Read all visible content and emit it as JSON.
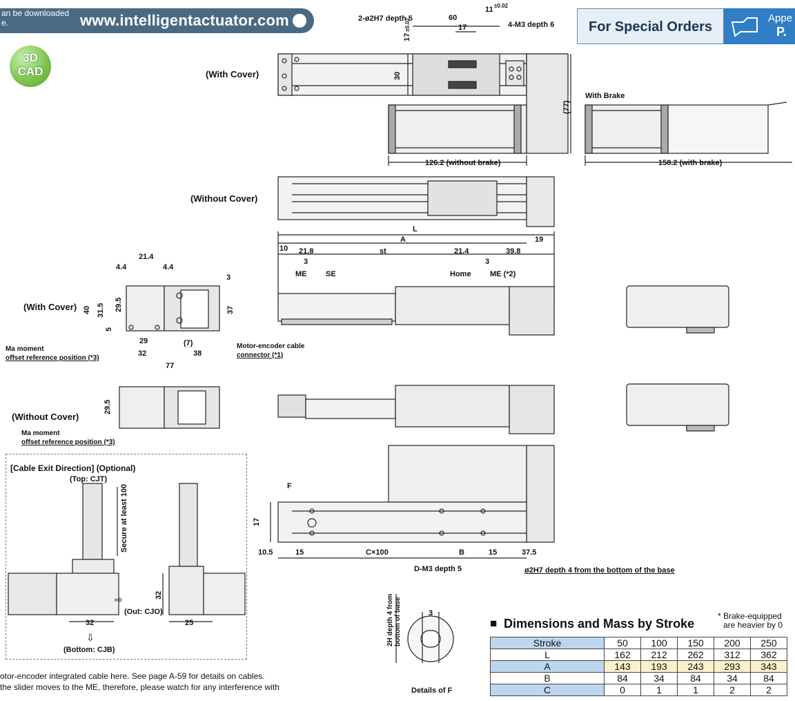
{
  "header": {
    "note": "an be downloaded e.",
    "url": "www.intelligentactuator.com"
  },
  "cad_badge": {
    "line1": "3D",
    "line2": "CAD"
  },
  "special_orders": {
    "label": "For Special Orders",
    "appendix_label": "Appe",
    "appendix_page": "P.",
    "icon": "pointing-hand-icon"
  },
  "views": {
    "with_cover": "(With Cover)",
    "without_cover": "(Without Cover)",
    "with_brake": "With Brake",
    "details_f": "Details of F"
  },
  "top_dims": {
    "pin": "2-ø2H7 depth 5",
    "d60": "60",
    "d11": "11",
    "d11_tol": "±0.02",
    "d17": "17",
    "d17v": "17",
    "d17v_tol": "±0.02",
    "tap": "4-M3 depth 6",
    "d30": "30",
    "d77": "(77)",
    "len_without_brake": "126.2 (without brake)",
    "len_with_brake": "158.2 (with brake)"
  },
  "side_dims": {
    "L": "L",
    "A": "A",
    "d10": "10",
    "d19": "19",
    "d218": "21.8",
    "st": "st",
    "d214": "21.4",
    "d398": "39.8",
    "d3a": "3",
    "d3b": "3",
    "ME": "ME",
    "SE": "SE",
    "Home": "Home",
    "ME2": "ME (*2)"
  },
  "front_dims": {
    "d214": "21.4",
    "d44a": "4.4",
    "d44b": "4.4",
    "d3": "3",
    "d40": "40",
    "d315": "31.5",
    "d295": "29.5",
    "d37": "37",
    "d5": "5",
    "d29": "29",
    "d32": "32",
    "d7": "(7)",
    "d38": "38",
    "d77": "77",
    "ma_label1": "Ma moment",
    "ma_label2": "offset reference position (*3)",
    "motor_label1": "Motor-encoder cable",
    "motor_label2": "connector (*1)",
    "d295b": "29.5"
  },
  "cable_exit": {
    "title": "[Cable Exit Direction] (Optional)",
    "top": "(Top: CJT)",
    "secure": "Secure at least 100",
    "out": "(Out: CJO)",
    "bottom": "(Bottom: CJB)",
    "d32": "32",
    "d32v": "32",
    "d25": "25"
  },
  "bottom_dims": {
    "F": "F",
    "d17": "17",
    "d105": "10.5",
    "d15a": "15",
    "cx100": "C×100",
    "B": "B",
    "d15b": "15",
    "d375": "37.5",
    "dm3": "D-M3 depth 5",
    "pin": "ø2H7 depth 4 from the bottom of the base"
  },
  "detail_f": {
    "d3": "3",
    "label": "2H depth 4 from bottom of base"
  },
  "table": {
    "title": "Dimensions and Mass by Stroke",
    "note1": "* Brake-equipped",
    "note2": "are heavier by 0",
    "headers": [
      "Stroke",
      "50",
      "100",
      "150",
      "200",
      "250"
    ],
    "rows": [
      [
        "L",
        "162",
        "212",
        "262",
        "312",
        "362"
      ],
      [
        "A",
        "143",
        "193",
        "243",
        "293",
        "343"
      ],
      [
        "B",
        "84",
        "34",
        "84",
        "34",
        "84"
      ],
      [
        "C",
        "0",
        "1",
        "1",
        "2",
        "2"
      ]
    ]
  },
  "footnotes": {
    "f1": "otor-encoder integrated cable here. See page A-59 for details on cables.",
    "f2": "the slider moves to the ME, therefore, please watch for any interference with"
  }
}
